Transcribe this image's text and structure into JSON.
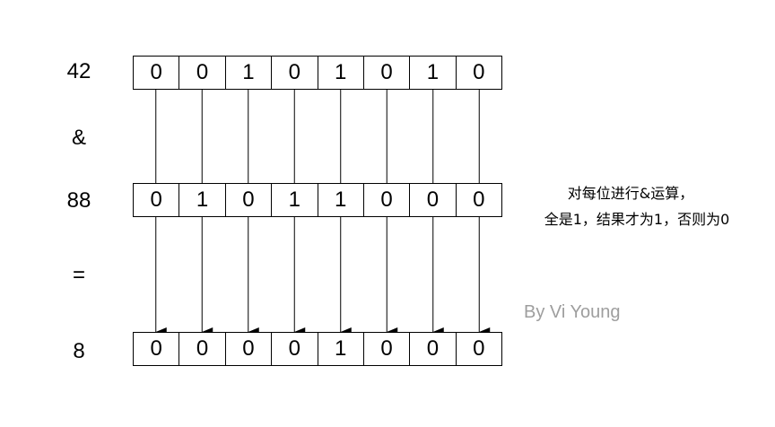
{
  "operands": {
    "a": {
      "label": "42",
      "bits": [
        "0",
        "0",
        "1",
        "0",
        "1",
        "0",
        "1",
        "0"
      ]
    },
    "b": {
      "label": "88",
      "bits": [
        "0",
        "1",
        "0",
        "1",
        "1",
        "0",
        "0",
        "0"
      ]
    },
    "result": {
      "label": "8",
      "bits": [
        "0",
        "0",
        "0",
        "0",
        "1",
        "0",
        "0",
        "0"
      ]
    }
  },
  "operator_symbol": "&",
  "equals_symbol": "=",
  "note": {
    "line1": "对每位进行&运算，",
    "line2": "全是1，结果才为1，否则为0"
  },
  "credit": "By Vi Young"
}
